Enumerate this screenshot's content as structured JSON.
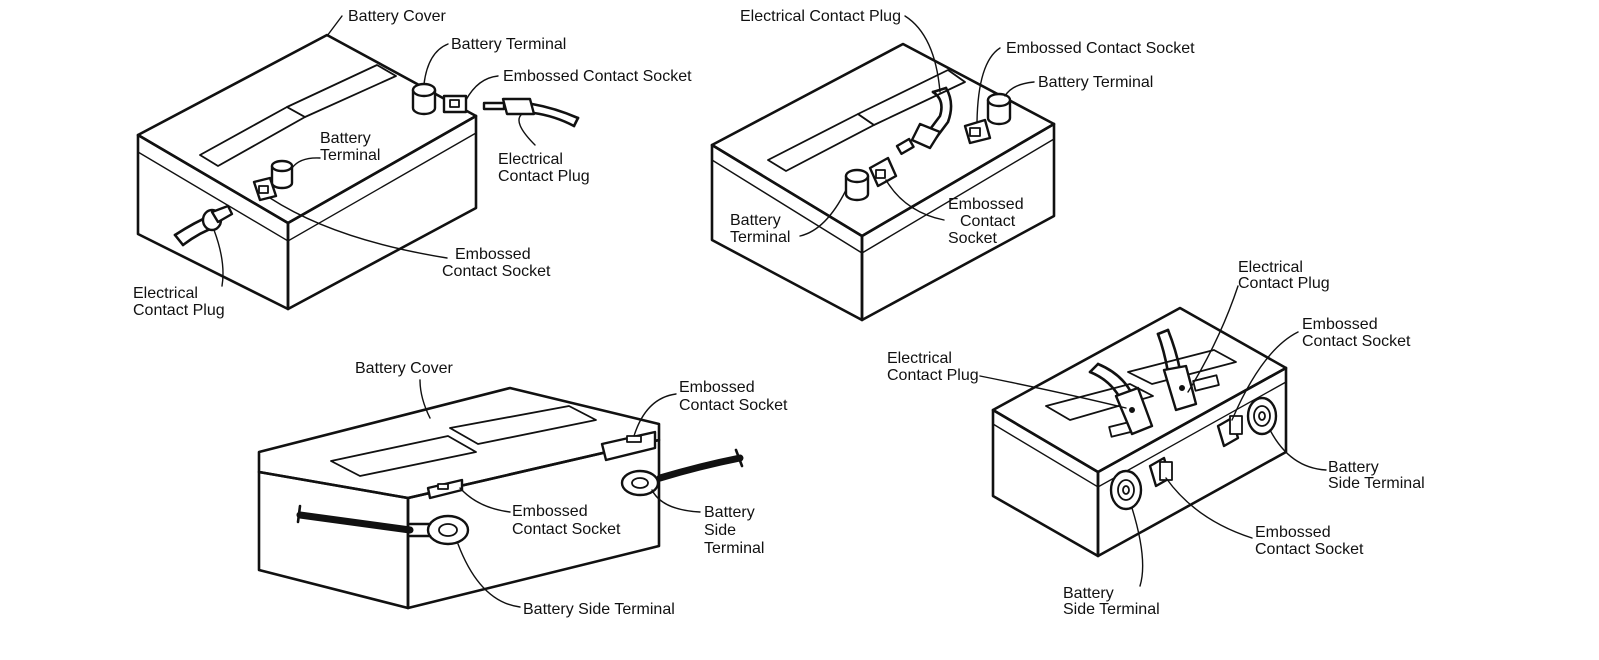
{
  "figures": [
    {
      "id": "a",
      "labels": {
        "cover": "Battery Cover",
        "terminal_top": "Battery Terminal",
        "socket_top": "Embossed Contact Socket",
        "terminal_mid_1": "Battery",
        "terminal_mid_2": "Terminal",
        "plug_right_1": "Electrical",
        "plug_right_2": "Contact Plug",
        "socket_bottom_1": "Embossed",
        "socket_bottom_2": "Contact Socket",
        "plug_left_1": "Electrical",
        "plug_left_2": "Contact Plug"
      }
    },
    {
      "id": "b",
      "labels": {
        "plug": "Electrical Contact Plug",
        "socket_top": "Embossed Contact Socket",
        "terminal_top": "Battery Terminal",
        "terminal_left_1": "Battery",
        "terminal_left_2": "Terminal",
        "socket_right_1": "Embossed",
        "socket_right_2": "Contact",
        "socket_right_3": "Socket"
      }
    },
    {
      "id": "c",
      "labels": {
        "cover": "Battery Cover",
        "socket_top_1": "Embossed",
        "socket_top_2": "Contact Socket",
        "socket_mid_1": "Embossed",
        "socket_mid_2": "Contact Socket",
        "side_terminal_right_1": "Battery",
        "side_terminal_right_2": "Side",
        "side_terminal_right_3": "Terminal",
        "side_terminal_bottom": "Battery Side Terminal"
      }
    },
    {
      "id": "d",
      "labels": {
        "plug_right_1": "Electrical",
        "plug_right_2": "Contact Plug",
        "socket_right_1": "Embossed",
        "socket_right_2": "Contact Socket",
        "plug_left_1": "Electrical",
        "plug_left_2": "Contact Plug",
        "side_terminal_right_1": "Battery",
        "side_terminal_right_2": "Side Terminal",
        "socket_bottom_1": "Embossed",
        "socket_bottom_2": "Contact Socket",
        "side_terminal_bottom_1": "Battery",
        "side_terminal_bottom_2": "Side Terminal"
      }
    }
  ]
}
